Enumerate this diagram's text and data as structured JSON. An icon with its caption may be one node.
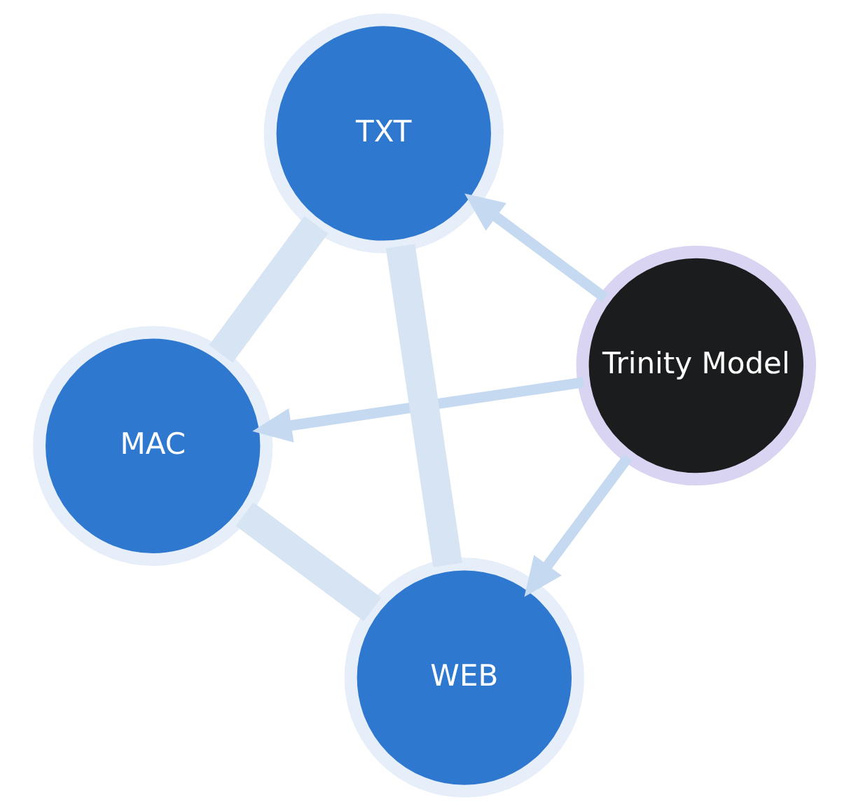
{
  "diagram": {
    "nodes": [
      {
        "text": [
          "MAC"
        ]
      },
      {
        "text": [
          "Trinity Model"
        ]
      },
      {
        "text": [
          "WEB"
        ]
      },
      {
        "text": [
          "TXT"
        ]
      }
    ],
    "edges": [
      {
        "from": 1,
        "to": 0,
        "arrow": "to",
        "color": "#c5daf0"
      },
      {
        "from": 1,
        "to": 2,
        "arrow": "to",
        "color": "#c5daf0"
      },
      {
        "from": 1,
        "to": 3,
        "arrow": "to",
        "color": "#c5daf0"
      },
      {
        "from": 0,
        "to": 3,
        "arrow": "none",
        "style": "thick",
        "color": "#d6e4f4"
      },
      {
        "from": 3,
        "to": 2,
        "arrow": "none",
        "style": "thick",
        "color": "#d6e4f4"
      },
      {
        "from": 2,
        "to": 0,
        "arrow": "none",
        "style": "thick",
        "color": "#d6e4f4"
      }
    ]
  }
}
